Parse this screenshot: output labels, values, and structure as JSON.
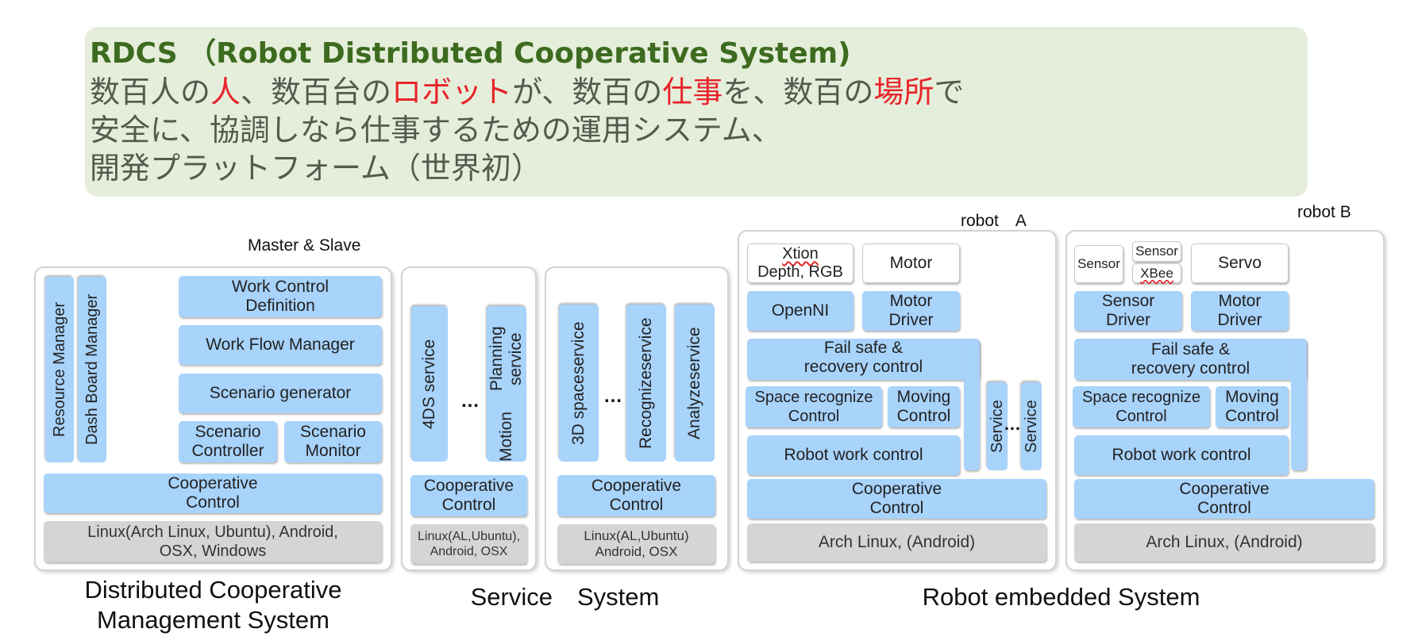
{
  "banner": {
    "title": "RDCS （Robot Distributed Cooperative System)",
    "line1": [
      {
        "t": "数百人の",
        "red": false
      },
      {
        "t": "人",
        "red": true
      },
      {
        "t": "、数百台の",
        "red": false
      },
      {
        "t": "ロボット",
        "red": true
      },
      {
        "t": "が、数百の",
        "red": false
      },
      {
        "t": "仕事",
        "red": true
      },
      {
        "t": "を、数百の",
        "red": false
      },
      {
        "t": "場所",
        "red": true
      },
      {
        "t": "で",
        "red": false
      }
    ],
    "line2": "安全に、協調しなら仕事するための運用システム、",
    "line3": "開発プラットフォーム（世界初）"
  },
  "labels": {
    "master_slave": "Master & Slave",
    "robot_a": "robot　A",
    "robot_b": "robot B",
    "ellipsis": "…"
  },
  "management": {
    "resource_manager": "Resource Manager",
    "dashboard_manager": "Dash Board  Manager",
    "work_control_definition": "Work Control Definition",
    "work_flow_manager": "Work Flow Manager",
    "scenario_generator": "Scenario generator",
    "scenario_controller": "Scenario Controller",
    "scenario_monitor": "Scenario Monitor",
    "cooperative_control": "Cooperative Control",
    "os": "Linux(Arch Linux, Ubuntu), Android, OSX, Windows"
  },
  "service1": {
    "svc_4ds": "4DS service",
    "motion_planning": [
      "Motion",
      "Planning service"
    ],
    "cooperative_control": "Cooperative Control",
    "os": "Linux(AL,Ubuntu), Android, OSX"
  },
  "service2": {
    "space_3d": [
      "3D space",
      "service"
    ],
    "recognize": [
      "Recognize",
      "service"
    ],
    "analyze": [
      "Analyze",
      "service"
    ],
    "cooperative_control": "Cooperative Control",
    "os": "Linux(AL,Ubuntu) Android, OSX"
  },
  "robot_a": {
    "xtion_word": "Xtion",
    "xtion_rest": "Depth, RGB",
    "motor": "Motor",
    "openni": "OpenNI",
    "motor_driver": "Motor Driver",
    "fail_safe": "Fail safe & recovery control",
    "space_recognize": "Space recognize Control",
    "moving_control": "Moving Control",
    "robot_work_control": "Robot work control",
    "service_1": "Service",
    "service_2": "Service",
    "cooperative_control": "Cooperative Control",
    "os": "Arch Linux, (Android)"
  },
  "robot_b": {
    "sensor": "Sensor",
    "sensor_top": "Sensor",
    "xbee": "XBee",
    "servo": "Servo",
    "sensor_driver": "Sensor Driver",
    "motor_driver": "Motor Driver",
    "fail_safe": "Fail safe & recovery control",
    "space_recognize": "Space recognize Control",
    "moving_control": "Moving Control",
    "robot_work_control": "Robot work control",
    "cooperative_control": "Cooperative Control",
    "os": "Arch Linux, (Android)"
  },
  "captions": {
    "management": "Distributed Cooperative Management System",
    "service": "Service　System",
    "robot": "Robot embedded System"
  }
}
